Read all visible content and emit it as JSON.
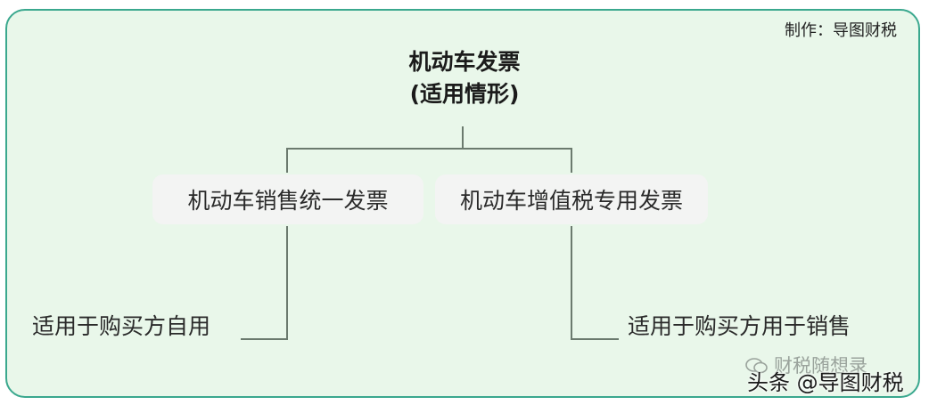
{
  "credit": "制作：导图财税",
  "root": {
    "line1": "机动车发票",
    "line2": "(适用情形)"
  },
  "branches": [
    {
      "label": "机动车销售统一发票",
      "leaf": "适用于购买方自用"
    },
    {
      "label": "机动车增值税专用发票",
      "leaf": "适用于购买方用于销售"
    }
  ],
  "watermark": {
    "account": "财税随想录",
    "platform": "头条 @导图财税"
  },
  "colors": {
    "background": "#e9f7ea",
    "border": "#3aa88e",
    "connector": "#6b7a6e",
    "node_fill": "#f3f4f3"
  }
}
